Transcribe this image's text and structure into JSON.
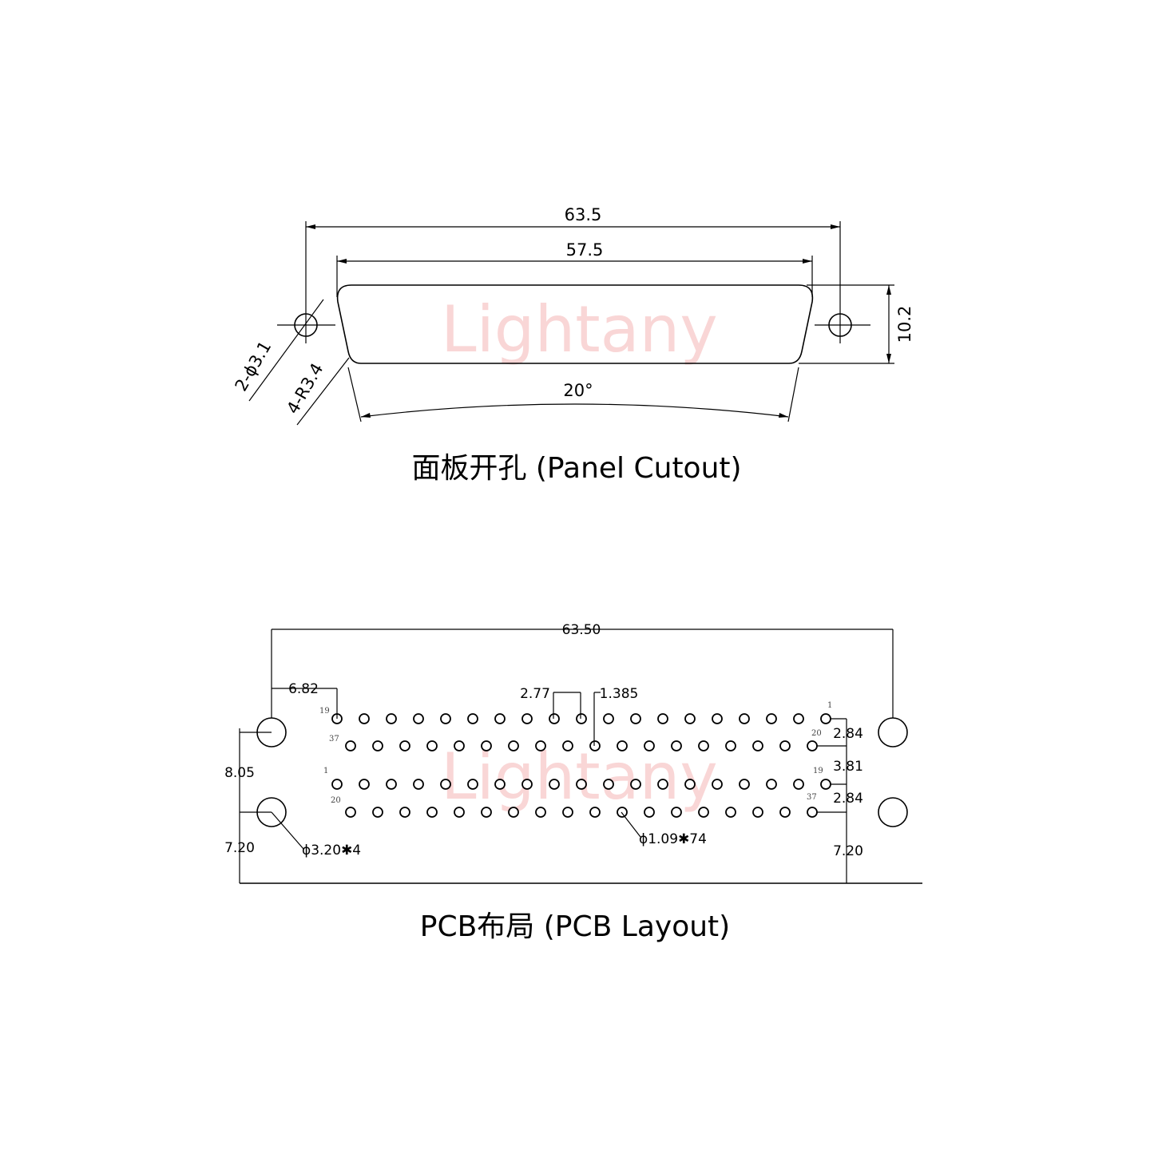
{
  "watermark": "Lightany",
  "panel": {
    "caption": "面板开孔 (Panel Cutout)",
    "dim_overall": "63.5",
    "dim_cutout": "57.5",
    "dim_height": "10.2",
    "dim_angle": "20°",
    "dim_hole": "2-ϕ3.1",
    "dim_radius": "4-R3.4"
  },
  "pcb": {
    "caption": "PCB布局 (PCB Layout)",
    "dim_overall": "63.50",
    "dim_offset": "6.82",
    "dim_pitch": "2.77",
    "dim_half_pitch": "1.385",
    "dim_row_gap_a": "2.84",
    "dim_center_gap": "3.81",
    "dim_row_gap_b": "2.84",
    "dim_mount_spacing": "8.05",
    "dim_bottom_left": "7.20",
    "dim_bottom_right": "7.20",
    "dim_mount_hole": "ϕ3.20✱4",
    "dim_pin_hole": "ϕ1.09✱74",
    "pin_labels": {
      "row1_left": "19",
      "row1_right": "1",
      "row2_left": "37",
      "row2_right": "20",
      "row3_left": "1",
      "row3_right": "19",
      "row4_left": "20",
      "row4_right": "37"
    }
  }
}
